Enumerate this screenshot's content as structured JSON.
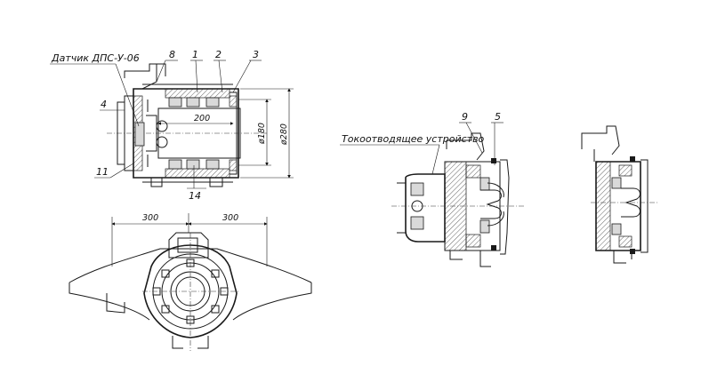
{
  "labels": {
    "sensor": "Датчик ДПС-У-06",
    "current_device": "Токоотводящее устройство"
  },
  "callouts": {
    "c1": "1",
    "c2": "2",
    "c3": "3",
    "c4": "4",
    "c5": "5",
    "c8": "8",
    "c9": "9",
    "c11": "11",
    "c14": "14"
  },
  "dimensions": {
    "d200": "200",
    "d180": "ø180",
    "d280": "ø280",
    "d300_left": "300",
    "d300_right": "300"
  }
}
